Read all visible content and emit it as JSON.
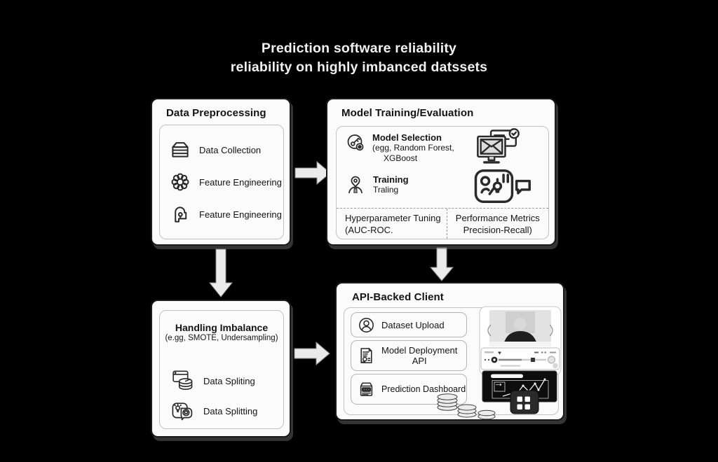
{
  "colors": {
    "background": "#000000",
    "title_text": "#f1f1f1",
    "box_bg": "#fbfbfb",
    "box_border": "#1b1b1b",
    "inner_border": "#c3c3c3",
    "text": "#141414",
    "arrow_fill": "#ebebeb",
    "dashed_divider": "#9a9a9a"
  },
  "title": {
    "line1": "Prediction software reliability",
    "line2": "reliability on highly imbanced datssets"
  },
  "preprocessing": {
    "title": "Data Preprocessing",
    "items": [
      {
        "icon": "layers-icon",
        "label": "Data Collection"
      },
      {
        "icon": "flower-icon",
        "label": "Feature Engineering"
      },
      {
        "icon": "lock-icon",
        "label": "Feature Engineering"
      }
    ]
  },
  "training": {
    "title": "Model Training/Evaluation",
    "model_selection": {
      "icon": "key-gear-icon",
      "line1": "Model Selection",
      "line2": "(egg, Random Forest,",
      "line3": "XGBoost"
    },
    "training_item": {
      "icon": "person-pin-icon",
      "line1": "Training",
      "line2": "Traling"
    },
    "side_icons": [
      "monitor-mail-check-icon",
      "person-idea-chat-icon"
    ],
    "cells": {
      "left": {
        "line1": "Hyperparameter Tuning",
        "line2": "(AUC-ROC."
      },
      "right": {
        "line1": "Performance Metrics",
        "line2": "Precision-Recall)"
      }
    }
  },
  "imbalance": {
    "title": "Handling Imbalance",
    "subtitle": "(e.gg, SMOTE, Undersampling)",
    "items": [
      {
        "icon": "window-database-icon",
        "label": "Data Spliting"
      },
      {
        "icon": "idea-badge-icon",
        "label": "Data Splitting"
      }
    ]
  },
  "api_client": {
    "title": "API-Backed Client",
    "items": [
      {
        "icon": "user-circle-icon",
        "label": "Dataset Upload"
      },
      {
        "icon": "document-list-icon",
        "label": "Model Deployment",
        "label2": "API"
      },
      {
        "icon": "dashboard-box-icon",
        "label": "Prediction Dashboard"
      }
    ]
  }
}
